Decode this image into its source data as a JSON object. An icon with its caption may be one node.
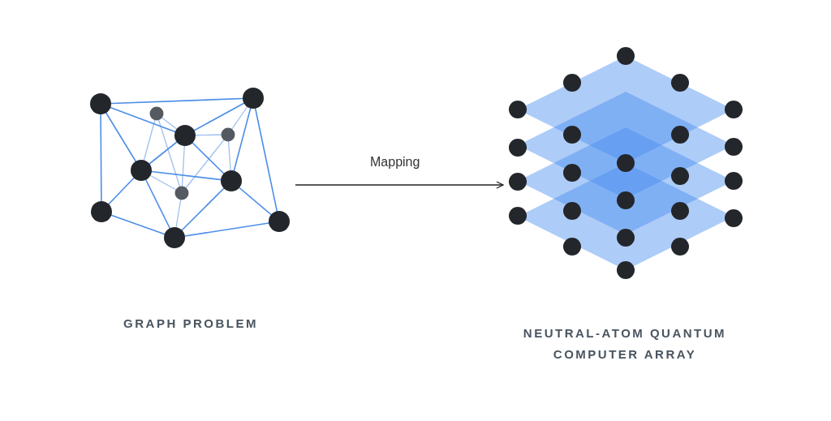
{
  "diagram": {
    "nodes": [
      {
        "text": [],
        "shape": "picture"
      },
      {
        "text": [],
        "shape": "picture"
      }
    ],
    "edges": [
      {
        "from": 0,
        "to": 1,
        "arrow": "to",
        "label": "Mapping"
      }
    ],
    "labels": [
      "GRAPH PROBLEM",
      "NEUTRAL-ATOM QUANTUM COMPUTER ARRAY"
    ]
  }
}
